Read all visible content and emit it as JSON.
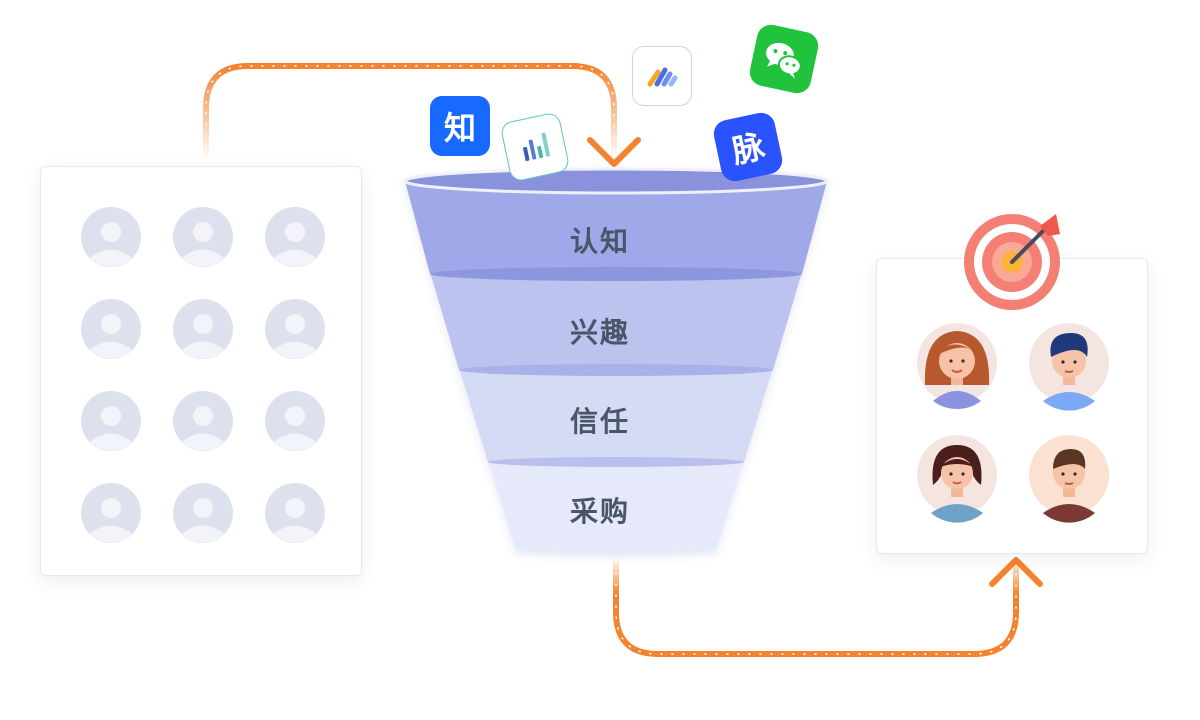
{
  "funnel": {
    "stages": [
      {
        "label": "认知",
        "fill": "#9fa8e8"
      },
      {
        "label": "兴趣",
        "fill": "#bcc3ee"
      },
      {
        "label": "信任",
        "fill": "#d5daf5"
      },
      {
        "label": "采购",
        "fill": "#e6e9fa"
      }
    ],
    "rim_color": "#8e97de"
  },
  "channels": [
    {
      "name": "zhihu-icon",
      "glyph": "知",
      "bg": "#1769ff"
    },
    {
      "name": "maimai-icon",
      "glyph": "脉",
      "bg": "#2a52ff"
    },
    {
      "name": "wechat-icon",
      "bg": "#21c33c"
    },
    {
      "name": "analytics-bars-icon",
      "bg": "#ffffff"
    },
    {
      "name": "stripes-logo-icon",
      "bg": "#ffffff"
    }
  ],
  "colors": {
    "flow_arrow": "#f5822e",
    "avatar_placeholder": "#dde1ee",
    "target_ring": "#f47f74",
    "target_center": "#fbb33b"
  },
  "prospects": {
    "count": 12
  },
  "customers": {
    "count": 4
  }
}
